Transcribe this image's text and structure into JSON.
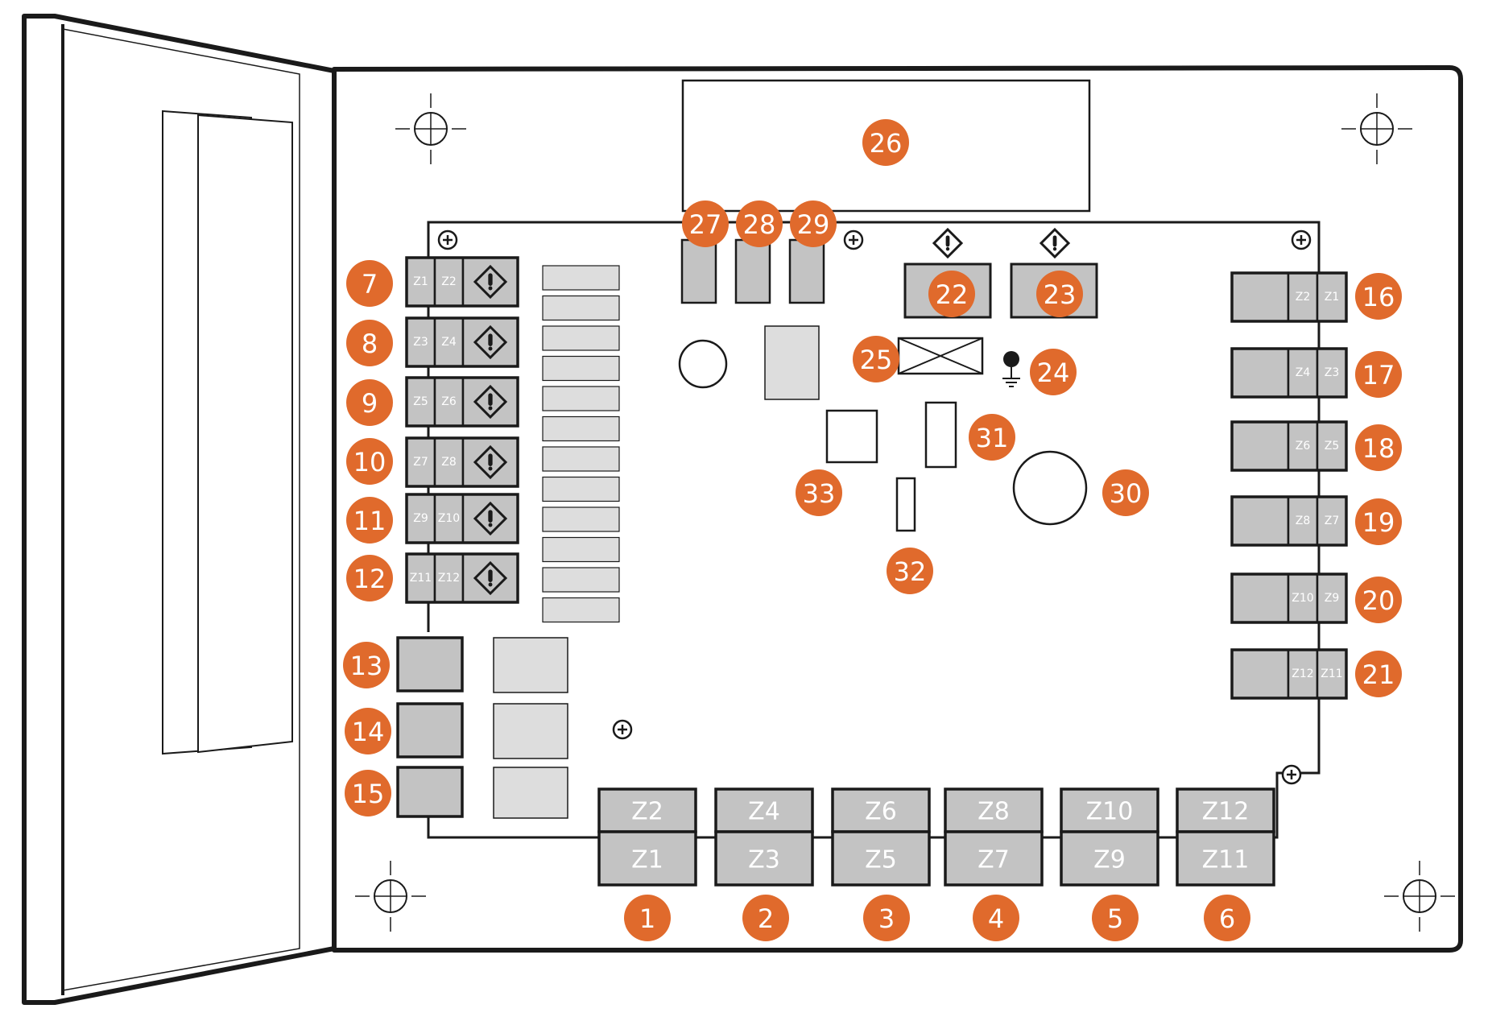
{
  "colors": {
    "callout": "#e06a2c",
    "callout_text": "#ffffff",
    "outline": "#1a1a1a",
    "terminal_fill": "#c3c3c3",
    "component_fill": "#dddddd",
    "background": "#ffffff"
  },
  "icons": {
    "warning": "warning-diamond-icon",
    "earth": "earth-ground-icon",
    "screw": "screw-hole-icon",
    "mounting": "mounting-hole-crosshair-icon",
    "fuse": "fuse-icon"
  },
  "callouts": [
    "1",
    "2",
    "3",
    "4",
    "5",
    "6",
    "7",
    "8",
    "9",
    "10",
    "11",
    "12",
    "13",
    "14",
    "15",
    "16",
    "17",
    "18",
    "19",
    "20",
    "21",
    "22",
    "23",
    "24",
    "25",
    "26",
    "27",
    "28",
    "29",
    "30",
    "31",
    "32",
    "33"
  ],
  "bottom_terminals": [
    {
      "top": "Z2",
      "bottom": "Z1"
    },
    {
      "top": "Z4",
      "bottom": "Z3"
    },
    {
      "top": "Z6",
      "bottom": "Z5"
    },
    {
      "top": "Z8",
      "bottom": "Z7"
    },
    {
      "top": "Z10",
      "bottom": "Z9"
    },
    {
      "top": "Z12",
      "bottom": "Z11"
    }
  ],
  "left_terminals": [
    {
      "a": "Z1",
      "b": "Z2"
    },
    {
      "a": "Z3",
      "b": "Z4"
    },
    {
      "a": "Z5",
      "b": "Z6"
    },
    {
      "a": "Z7",
      "b": "Z8"
    },
    {
      "a": "Z9",
      "b": "Z10"
    },
    {
      "a": "Z11",
      "b": "Z12"
    }
  ],
  "right_terminals": [
    {
      "a": "Z2",
      "b": "Z1"
    },
    {
      "a": "Z4",
      "b": "Z3"
    },
    {
      "a": "Z6",
      "b": "Z5"
    },
    {
      "a": "Z8",
      "b": "Z7"
    },
    {
      "a": "Z10",
      "b": "Z9"
    },
    {
      "a": "Z12",
      "b": "Z11"
    }
  ]
}
